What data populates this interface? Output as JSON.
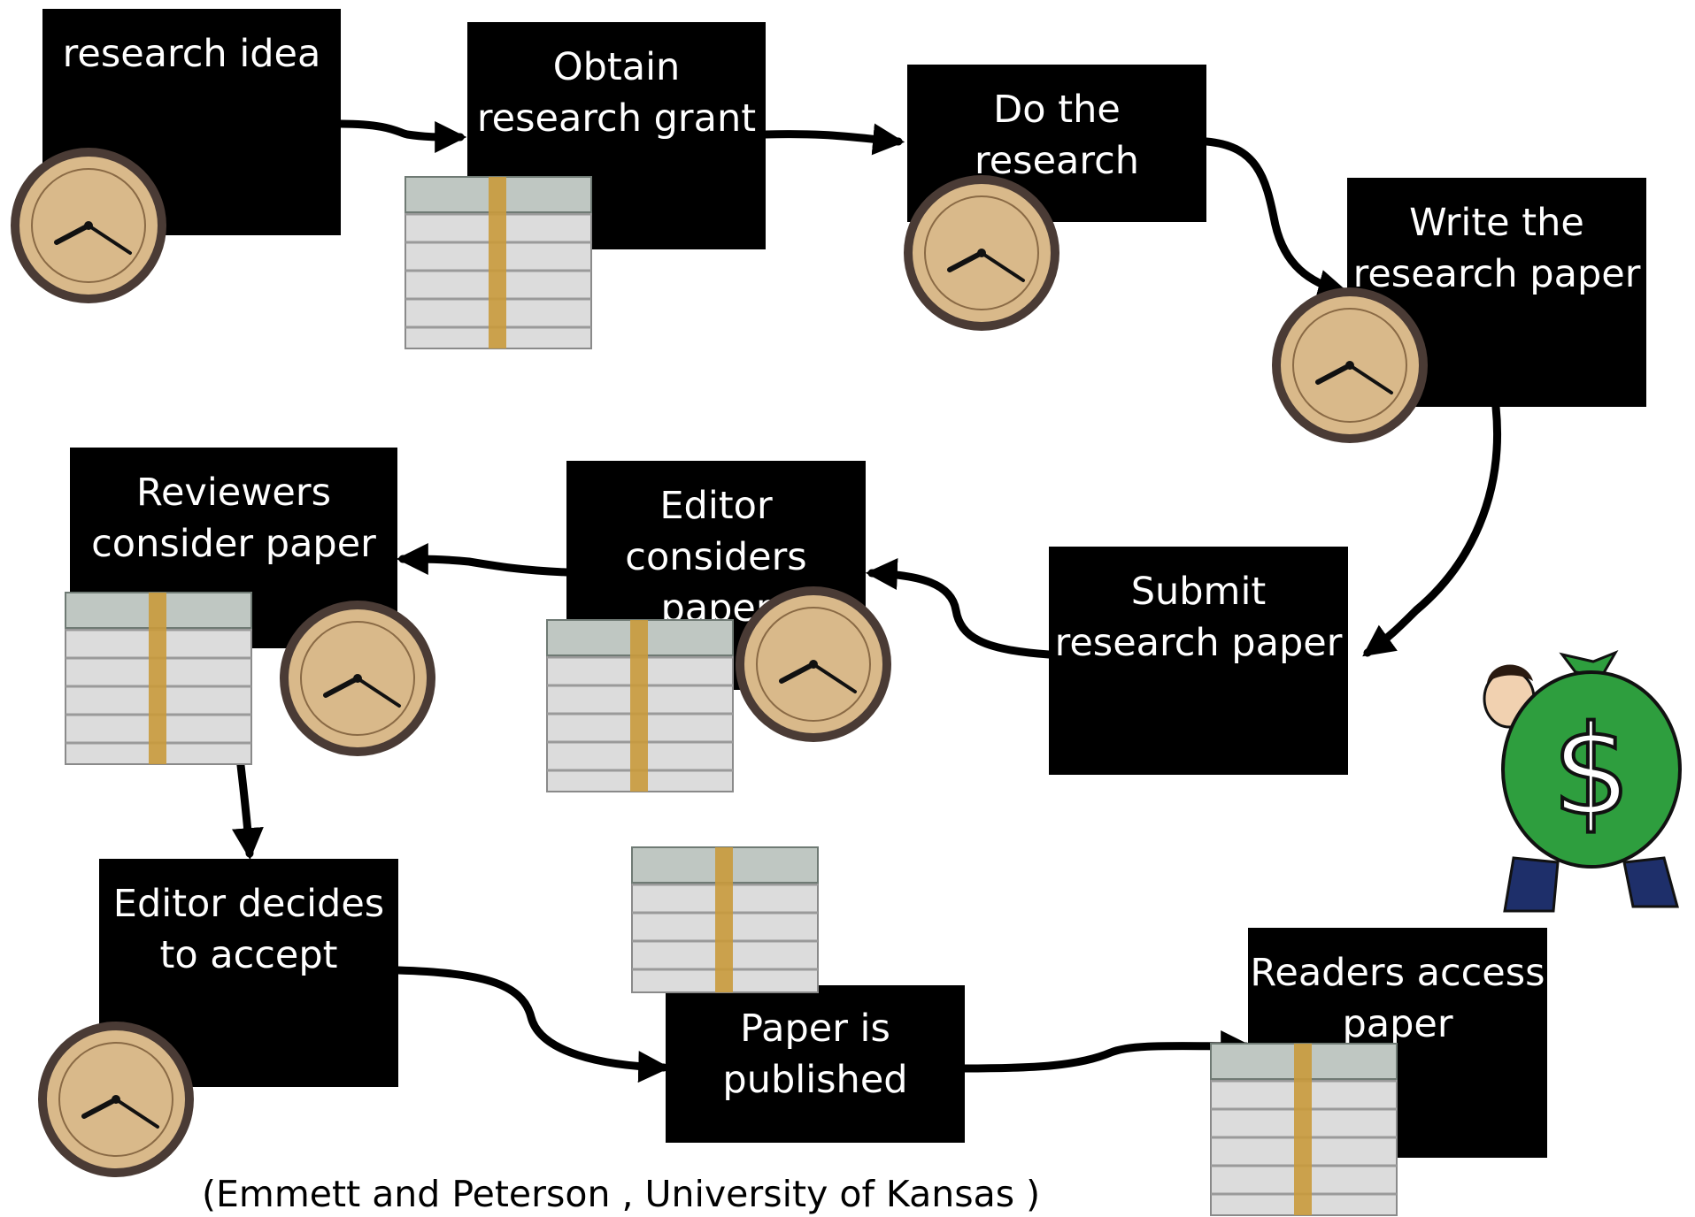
{
  "steps": [
    {
      "id": "research-idea",
      "lines": [
        "research idea"
      ]
    },
    {
      "id": "obtain-grant",
      "lines": [
        "Obtain",
        "research grant"
      ]
    },
    {
      "id": "do-research",
      "lines": [
        "Do the",
        "research"
      ]
    },
    {
      "id": "write-paper",
      "lines": [
        "Write the",
        "research paper"
      ]
    },
    {
      "id": "submit-paper",
      "lines": [
        "Submit",
        "research paper"
      ]
    },
    {
      "id": "editor-considers",
      "lines": [
        "Editor",
        "considers",
        "paper"
      ]
    },
    {
      "id": "reviewers-consider",
      "lines": [
        "Reviewers",
        "consider paper"
      ]
    },
    {
      "id": "editor-decides",
      "lines": [
        "Editor decides",
        "to accept"
      ]
    },
    {
      "id": "paper-published",
      "lines": [
        "Paper is",
        "published"
      ]
    },
    {
      "id": "readers-access",
      "lines": [
        "Readers access",
        "paper"
      ]
    }
  ],
  "citation": "(Emmett and Peterson , University of Kansas )",
  "bag_symbol": "$",
  "icons": {
    "time": "clock-icon",
    "cost": "money-stack-icon",
    "profit": "money-bag-icon"
  },
  "colors": {
    "box": "#000000",
    "box_text": "#ffffff",
    "arrow": "#000000",
    "bag": "#2e9e3e",
    "clock_face": "#d9b98a"
  }
}
